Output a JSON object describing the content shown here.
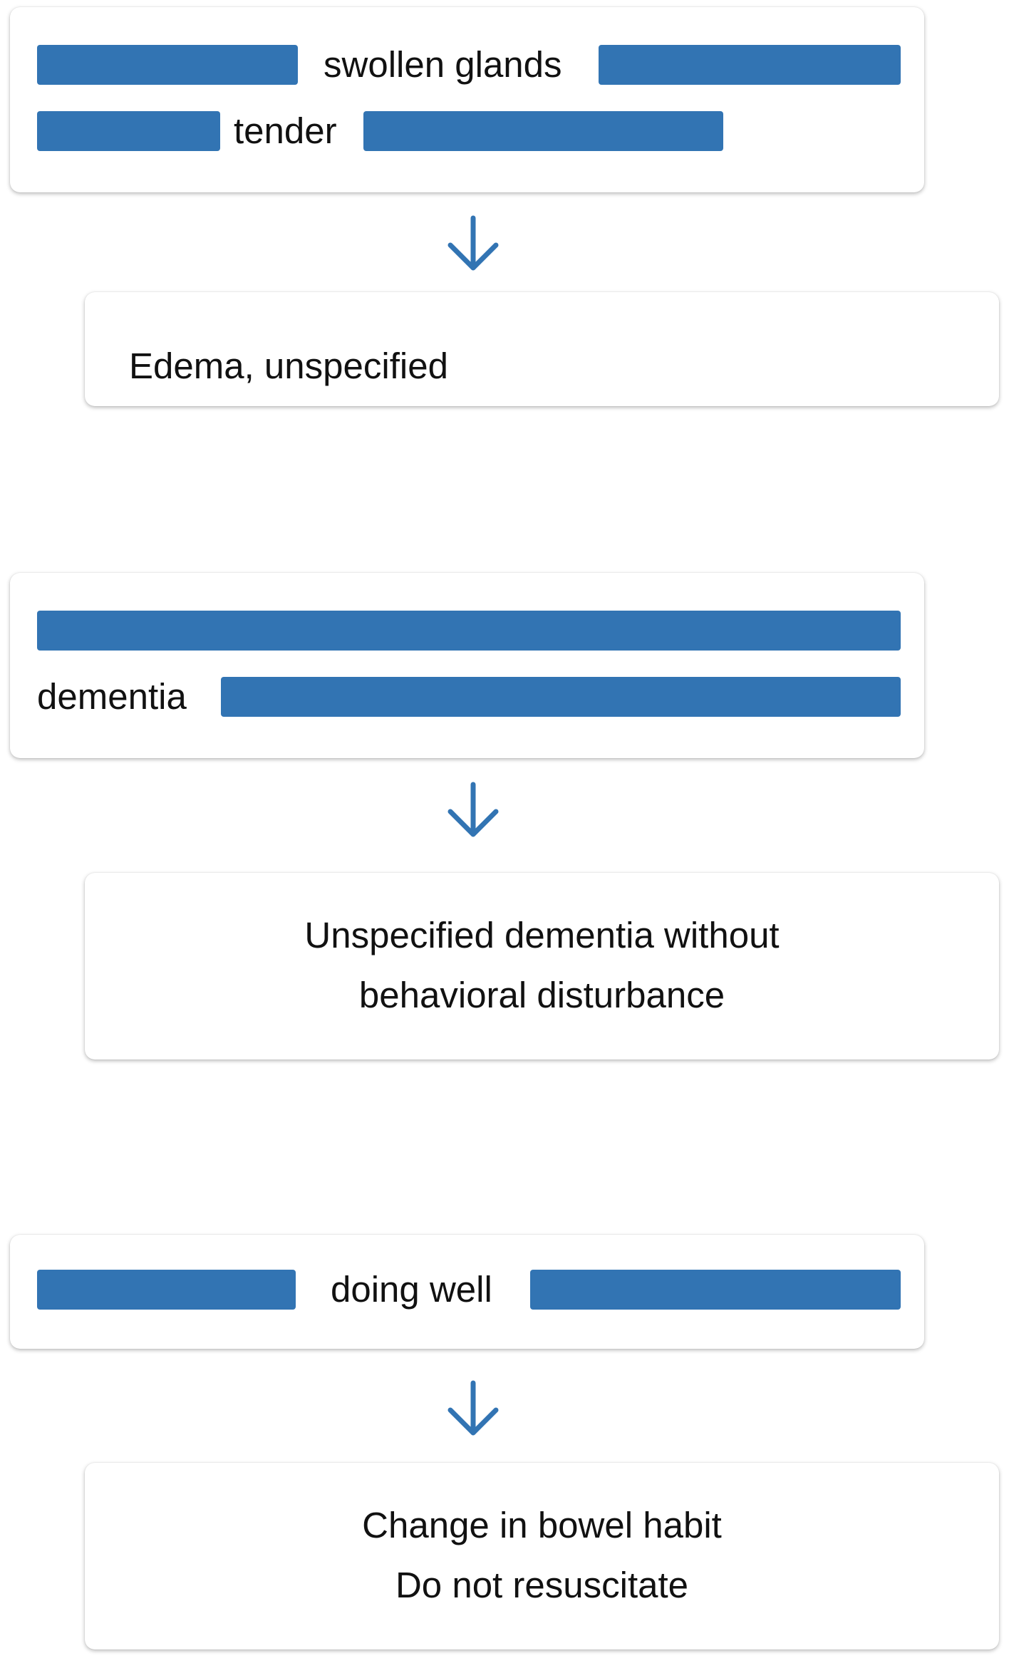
{
  "colors": {
    "redaction": "#3274b3",
    "arrow": "#3274b3",
    "card_background": "#ffffff",
    "text": "#111111"
  },
  "groups": [
    {
      "source": {
        "lines": [
          {
            "words": [
              "swollen glands"
            ]
          },
          {
            "words": [
              "tender"
            ]
          }
        ]
      },
      "arrow_icon": "arrow-down-icon",
      "result": {
        "lines": [
          "Edema, unspecified"
        ]
      }
    },
    {
      "source": {
        "lines": [
          {
            "words": []
          },
          {
            "words": [
              "dementia"
            ]
          }
        ]
      },
      "arrow_icon": "arrow-down-icon",
      "result": {
        "lines": [
          "Unspecified dementia without",
          "behavioral disturbance"
        ]
      }
    },
    {
      "source": {
        "lines": [
          {
            "words": [
              "doing well"
            ]
          }
        ]
      },
      "arrow_icon": "arrow-down-icon",
      "result": {
        "lines": [
          "Change in bowel habit",
          "Do not resuscitate"
        ]
      }
    }
  ]
}
